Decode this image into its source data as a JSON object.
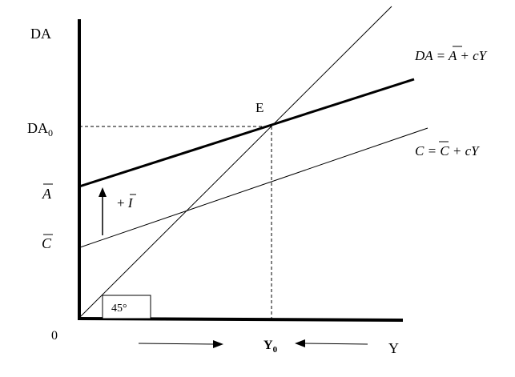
{
  "axes": {
    "y_label": "DA",
    "x_label": "Y",
    "origin_label": "0"
  },
  "labels": {
    "da0_base": "DA",
    "da0_sub": "0",
    "a_bar": "A",
    "c_bar": "C",
    "equilibrium": "E",
    "y0_base": "Y",
    "y0_sub": "0",
    "angle": "45°",
    "investment_plus": "+ ",
    "investment_i": "I"
  },
  "equations": {
    "da_lhs": "DA = ",
    "da_a": "A",
    "da_rhs": " + cY",
    "c_lhs": "C = ",
    "c_c": "C",
    "c_rhs": " + cY"
  },
  "colors": {
    "ink": "#000000",
    "background": "#ffffff"
  }
}
